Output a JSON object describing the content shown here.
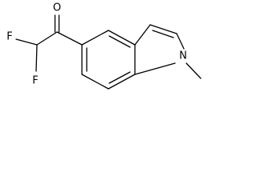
{
  "structure": {
    "atoms": {
      "O": "O",
      "F1": "F",
      "F2": "F",
      "N": "N"
    }
  }
}
